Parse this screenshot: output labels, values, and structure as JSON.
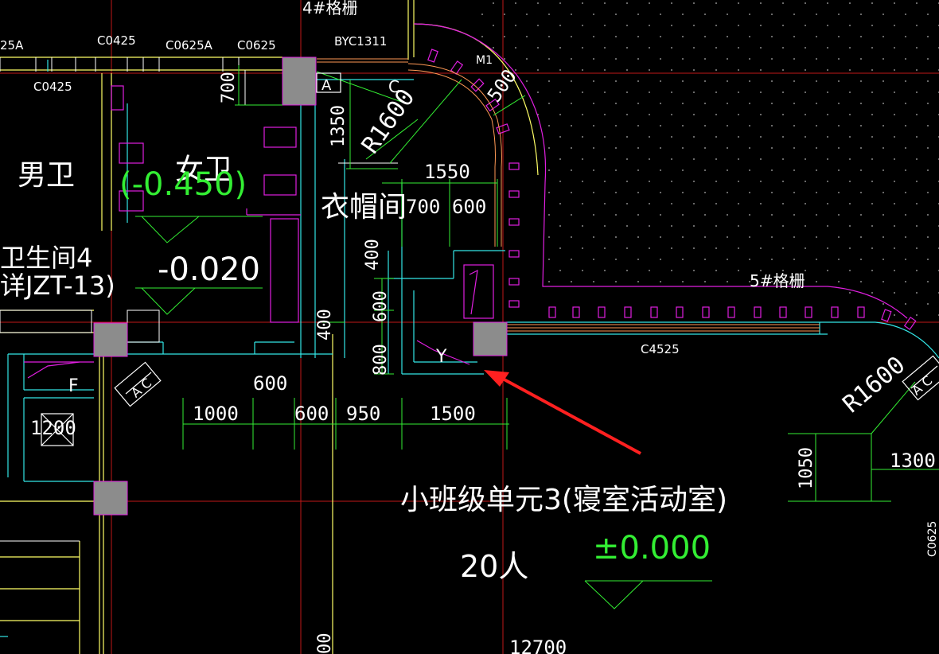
{
  "colors": {
    "background": "#000000",
    "white": "#ffffff",
    "yellow": "#ffff66",
    "cyan": "#33e6e6",
    "magenta": "#e01fe0",
    "green": "#33ee33",
    "red": "#d42020",
    "orange": "#ff9955",
    "gray": "#8c8c8c",
    "arrow": "#ff2020"
  },
  "labels": {
    "grille_4": "4#格栅",
    "grille_5": "5#格栅",
    "window_a": "25A",
    "window_c0425": "C0425",
    "window_c0625a": "C0625A",
    "window_c0625": "C0625",
    "window_byc1311": "BYC1311",
    "window_c0425_b": "C0425",
    "window_m1": "M1",
    "window_c4525": "C4525",
    "window_c0625_right": "C0625",
    "room_men": "男卫",
    "room_women": "女卫",
    "room_cloak": "衣帽间",
    "room_toilet": "卫生间4",
    "room_toilet_ref": "详JZT-13)",
    "room_unit": "小班级单元3(寝室活动室)",
    "room_people": "20人",
    "elev_neg0450": "(-0.450)",
    "elev_neg0020": "-0.020",
    "elev_zero": "±0.000",
    "marker_a": "A",
    "marker_c": "C",
    "marker_f": "F",
    "marker_y": "Y",
    "section_ac_left": "A C",
    "section_ac_right": "A C"
  },
  "dimensions": {
    "d700_v": "700",
    "d1350_v": "1350",
    "r1600_top": "R1600",
    "d500": "500",
    "d1550": "1550",
    "d700": "700",
    "d600_top": "600",
    "d400_v": "400",
    "d600_v": "600",
    "d800_v": "800",
    "d400_v2": "400",
    "d600_mid": "600",
    "d1000": "1000",
    "d600_low": "600",
    "d950": "950",
    "d1500": "1500",
    "d1200": "1200",
    "r1600_right": "R1600",
    "d1050_v": "1050",
    "d1300": "1300",
    "d12700": "12700",
    "d00_v": "00"
  }
}
